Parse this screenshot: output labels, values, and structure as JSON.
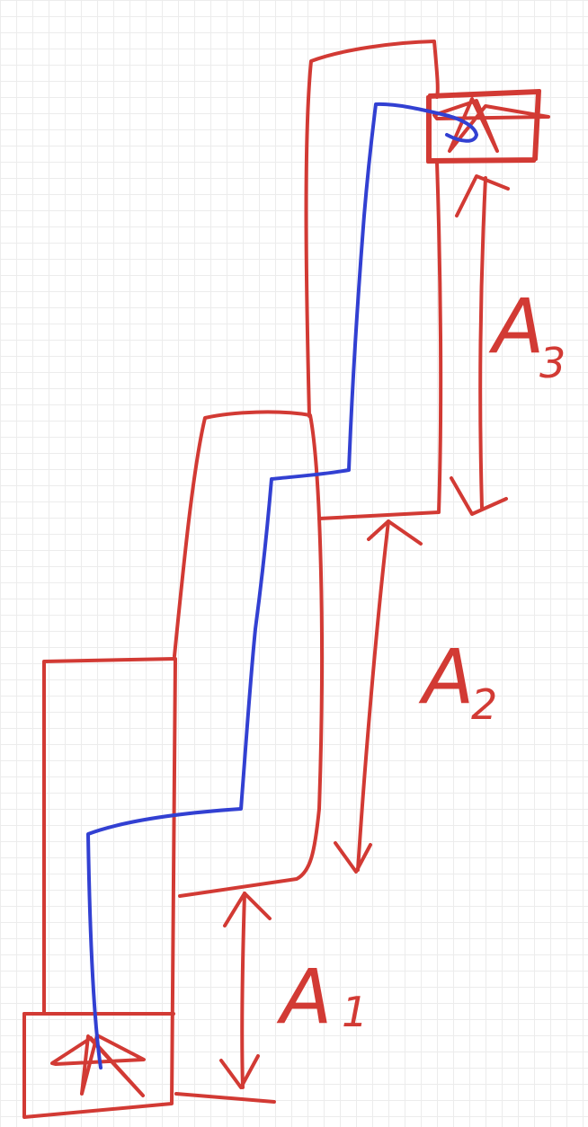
{
  "labels": {
    "a1": {
      "main": "A",
      "sub": "1"
    },
    "a2": {
      "main": "A",
      "sub": "2"
    },
    "a3": {
      "main": "A",
      "sub": "3"
    }
  },
  "colors": {
    "outline": "#d23a34",
    "path": "#3240d2",
    "grid": "#ececec",
    "background": "#ffffff"
  },
  "icons": [
    "star-icon-start",
    "star-icon-goal"
  ]
}
